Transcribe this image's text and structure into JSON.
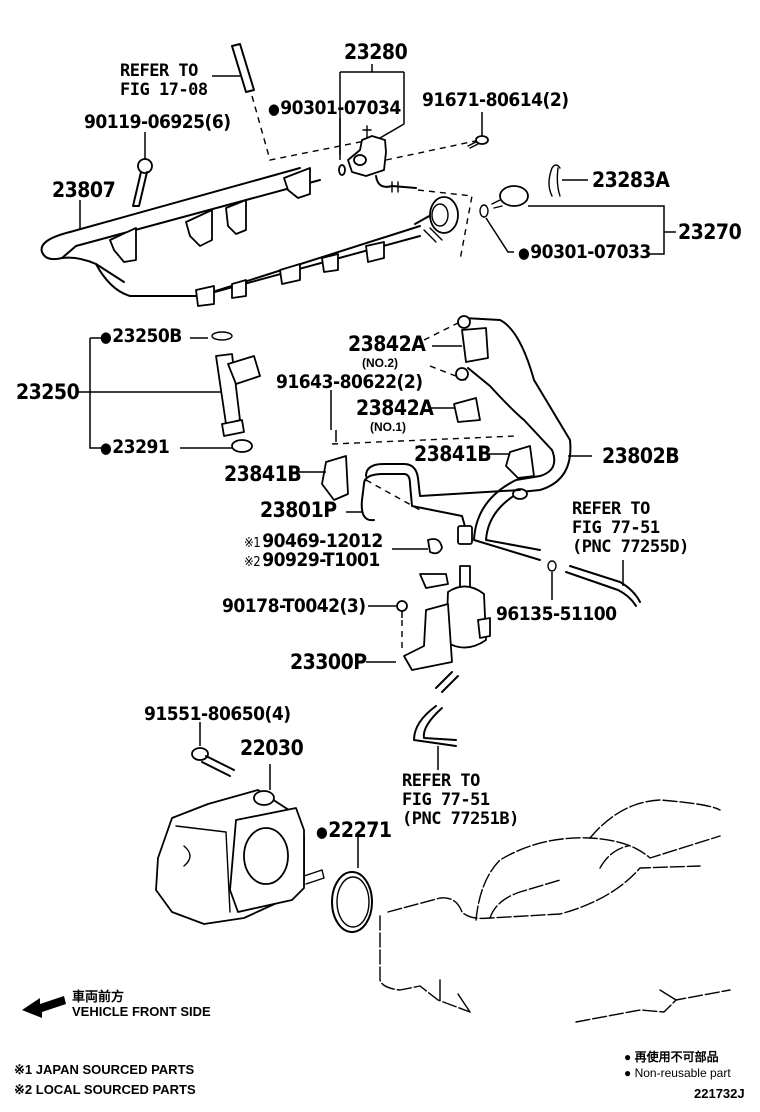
{
  "diagram": {
    "figure_id": "221732J",
    "parts": [
      {
        "id": "23280",
        "label": "23280"
      },
      {
        "id": "90301-07034",
        "label": "90301-07034",
        "non_reusable": true
      },
      {
        "id": "91671-80614",
        "label": "91671-80614(2)"
      },
      {
        "id": "90119-06925",
        "label": "90119-06925(6)"
      },
      {
        "id": "23807",
        "label": "23807"
      },
      {
        "id": "23283A",
        "label": "23283A"
      },
      {
        "id": "23270",
        "label": "23270"
      },
      {
        "id": "90301-07033",
        "label": "90301-07033",
        "non_reusable": true
      },
      {
        "id": "23250B",
        "label": "23250B",
        "non_reusable": true
      },
      {
        "id": "23250",
        "label": "23250"
      },
      {
        "id": "23291",
        "label": "23291",
        "non_reusable": true
      },
      {
        "id": "23842A-2",
        "label": "23842A",
        "sub": "(NO.2)"
      },
      {
        "id": "91643-80622",
        "label": "91643-80622(2)"
      },
      {
        "id": "23842A-1",
        "label": "23842A",
        "sub": "(NO.1)"
      },
      {
        "id": "23841B-left",
        "label": "23841B"
      },
      {
        "id": "23841B-right",
        "label": "23841B"
      },
      {
        "id": "23802B",
        "label": "23802B"
      },
      {
        "id": "23801P",
        "label": "23801P"
      },
      {
        "id": "90469-12012",
        "label": "90469-12012",
        "mark": "※1"
      },
      {
        "id": "90929-T1001",
        "label": "90929-T1001",
        "mark": "※2"
      },
      {
        "id": "90178-T0042",
        "label": "90178-T0042(3)"
      },
      {
        "id": "96135-51100",
        "label": "96135-51100"
      },
      {
        "id": "23300P",
        "label": "23300P"
      },
      {
        "id": "91551-80650",
        "label": "91551-80650(4)"
      },
      {
        "id": "22030",
        "label": "22030"
      },
      {
        "id": "22271",
        "label": "22271",
        "non_reusable": true
      }
    ],
    "references": [
      {
        "id": "ref-17-08",
        "lines": "REFER TO\nFIG 17-08"
      },
      {
        "id": "ref-77255D",
        "lines": "REFER TO\nFIG 77-51\n(PNC 77255D)"
      },
      {
        "id": "ref-77251B",
        "lines": "REFER TO\nFIG 77-51\n(PNC 77251B)"
      }
    ],
    "direction": {
      "jp": "車両前方",
      "en": "VEHICLE FRONT SIDE"
    },
    "footnotes": [
      {
        "mark": "※1",
        "text": "JAPAN SOURCED PARTS"
      },
      {
        "mark": "※2",
        "text": "LOCAL SOURCED PARTS"
      }
    ],
    "legend": {
      "jp": "再使用不可部品",
      "en": "Non-reusable part"
    }
  }
}
